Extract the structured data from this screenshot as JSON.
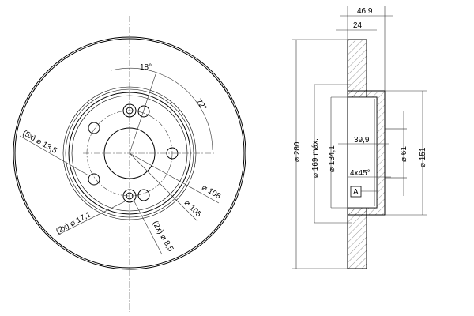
{
  "front_view": {
    "angle_18": "18°",
    "angle_72": "72°",
    "holes_5x": "(5x) ⌀ 13,5",
    "holes_2x_17": "(2x) ⌀ 17,1",
    "holes_2x_8": "(2x) ⌀ 8,5",
    "dia_108": "⌀ 108",
    "dia_105": "⌀ 105"
  },
  "side_view": {
    "width_total": "46,9",
    "width_disc": "24",
    "dia_280": "⌀ 280",
    "dia_169": "⌀ 169 máx.",
    "dia_134": "⌀ 134,1",
    "depth_39": "39,9",
    "dia_61": "⌀ 61",
    "dia_151": "⌀ 151",
    "chamfer": "4x45°",
    "detail_label": "A"
  },
  "colors": {
    "line": "#000000",
    "hatch": "#555555"
  }
}
